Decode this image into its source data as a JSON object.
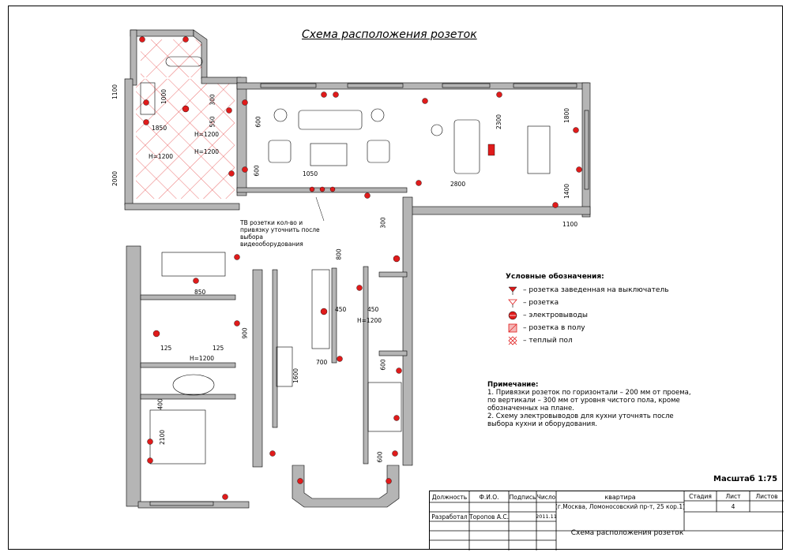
{
  "title": "Схема расположения розеток",
  "legend": {
    "heading": "Условные обозначения:",
    "items": [
      {
        "icon": "outlet-switched-icon",
        "label": "– розетка заведенная на выключатель"
      },
      {
        "icon": "outlet-icon",
        "label": "– розетка"
      },
      {
        "icon": "power-lead-icon",
        "label": "– электровыводы"
      },
      {
        "icon": "floor-outlet-icon",
        "label": "– розетка в полу"
      },
      {
        "icon": "floor-heating-icon",
        "label": "– теплый пол"
      }
    ]
  },
  "notes": {
    "heading": "Примечание:",
    "lines": [
      "1. Привязки розеток по горизонтали – 200 мм от проема, по вертикали – 300 мм от уровня чистого пола, кроме обозначенных на плане.",
      "2. Схему электровыводов для кухни уточнять после выбора кухни и оборудования."
    ]
  },
  "tv_note": "ТВ розетки кол-во и привязку уточнить после выбора видеооборудования",
  "scale": "Масштаб 1:75",
  "dimensions": [
    "1100",
    "1000",
    "300",
    "550",
    "1850",
    "600",
    "2000",
    "H=1200",
    "H=1200",
    "H=1200",
    "1050",
    "600",
    "2300",
    "1800",
    "2800",
    "1400",
    "1100",
    "300",
    "800",
    "850",
    "450",
    "450",
    "H=1200",
    "900",
    "125",
    "125",
    "H=1200",
    "700",
    "600",
    "1600",
    "400",
    "2100",
    "600"
  ],
  "stamp": {
    "col_role": "Должность",
    "col_name": "Ф.И.О.",
    "col_sign": "Подпись",
    "col_date": "Число",
    "role": "Разработал",
    "name": "Торопов А.С.",
    "date": "2011.11",
    "object": "квартира",
    "address": "(г.Москва, Ломоносовский пр-т, 25 кор.1)",
    "sheet_title": "Схема расположения розеток",
    "stage_label": "Стадия",
    "sheet_label": "Лист",
    "sheets_label": "Листов",
    "sheet_no": "4"
  },
  "colors": {
    "accent": "#e01b1b",
    "wall": "#b5b5b5",
    "line": "#000000"
  }
}
